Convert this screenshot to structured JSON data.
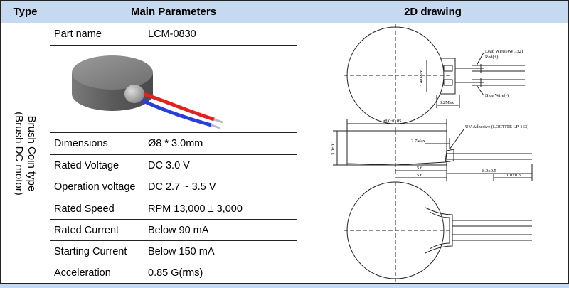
{
  "headers": {
    "type": "Type",
    "main": "Main Parameters",
    "drawing": "2D drawing"
  },
  "type_label": {
    "line1": "Brush Coin type",
    "line2": "(Brush DC motor)"
  },
  "params": [
    {
      "label": "Part name",
      "value": "LCM-0830"
    },
    {
      "label": "Dimensions",
      "value": "Ø8 * 3.0mm"
    },
    {
      "label": "Rated Voltage",
      "value": "DC 3.0 V"
    },
    {
      "label": "Operation voltage",
      "value": "DC 2.7 ~ 3.5 V"
    },
    {
      "label": "Rated Speed",
      "value": "RPM 13,000 ± 3,000"
    },
    {
      "label": "Rated Current",
      "value": "Below 90 mA"
    },
    {
      "label": "Starting Current",
      "value": "Below 150 mA"
    },
    {
      "label": "Acceleration",
      "value": "0.85 G(rms)"
    }
  ],
  "drawing_labels": {
    "lead_wire": "Lead Wire(AWG32)",
    "red": "Red(+)",
    "blue": "Blue Wire(-)",
    "dim_348": "3.48Max",
    "dim_32": "3.2Max",
    "dim_phi8": "ø8.0±0.05",
    "uv": "UV Adhesive (LOCTITE LP-163)",
    "dim_27": "2.7Max",
    "dim_30": "3.0±0.1",
    "dim_56a": "5.6",
    "dim_56b": "5.6",
    "dim_80": "8.0±0.5",
    "dim_10": "1.0±0.3"
  },
  "colors": {
    "header_bg": "#c5d9f1",
    "red_wire": "#e0231c",
    "blue_wire": "#2a3fd6"
  }
}
